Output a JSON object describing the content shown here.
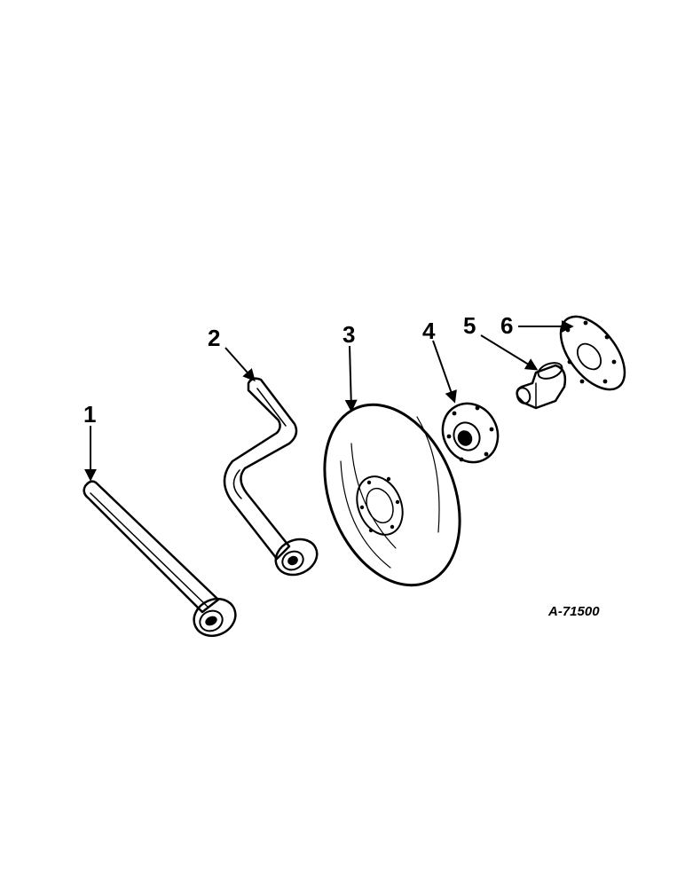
{
  "callouts": [
    {
      "id": "1",
      "label": "1"
    },
    {
      "id": "2",
      "label": "2"
    },
    {
      "id": "3",
      "label": "3"
    },
    {
      "id": "4",
      "label": "4"
    },
    {
      "id": "5",
      "label": "5"
    },
    {
      "id": "6",
      "label": "6"
    }
  ],
  "drawing_ref": "A-71500",
  "colors": {
    "ink": "#000000",
    "paper": "#ffffff"
  }
}
